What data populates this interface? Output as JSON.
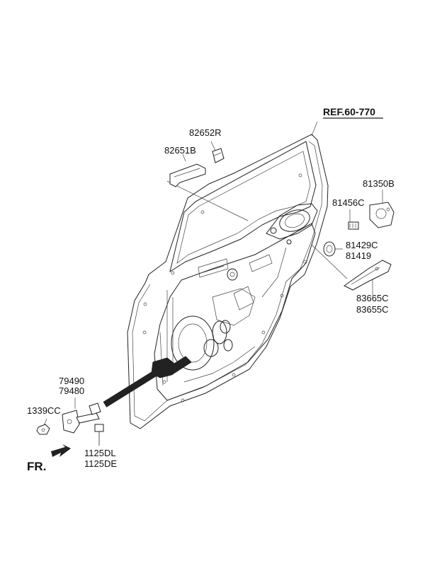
{
  "diagram": {
    "reference": "REF.60-770",
    "front_marker": "FR.",
    "parts": {
      "p82652R": "82652R",
      "p82651B": "82651B",
      "p81350B": "81350B",
      "p81456C": "81456C",
      "p81429C": "81429C",
      "p81419": "81419",
      "p83665C": "83665C",
      "p83655C": "83655C",
      "p79490": "79490",
      "p79480": "79480",
      "p1339CC": "1339CC",
      "p1125DL": "1125DL",
      "p1125DE": "1125DE"
    }
  }
}
